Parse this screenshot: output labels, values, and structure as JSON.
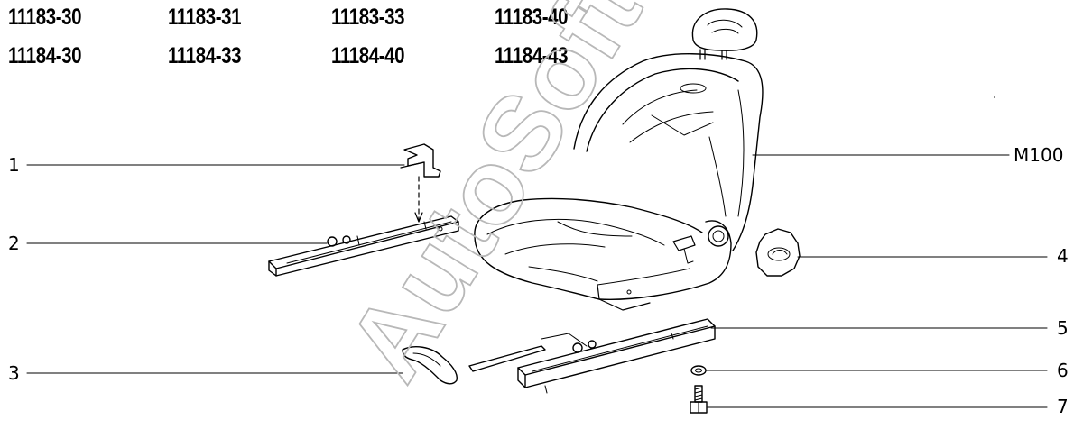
{
  "model_codes": {
    "row1": [
      "11183-30",
      "11183-31",
      "11183-33",
      "11183-40"
    ],
    "row2": [
      "11184-30",
      "11184-33",
      "11184-40",
      "11184-43"
    ]
  },
  "callouts": {
    "c1": "1",
    "c2": "2",
    "c3": "3",
    "c4": "4",
    "c5": "5",
    "c6": "6",
    "c7": "7",
    "seat": "M100"
  },
  "watermark": "AutoSoft"
}
